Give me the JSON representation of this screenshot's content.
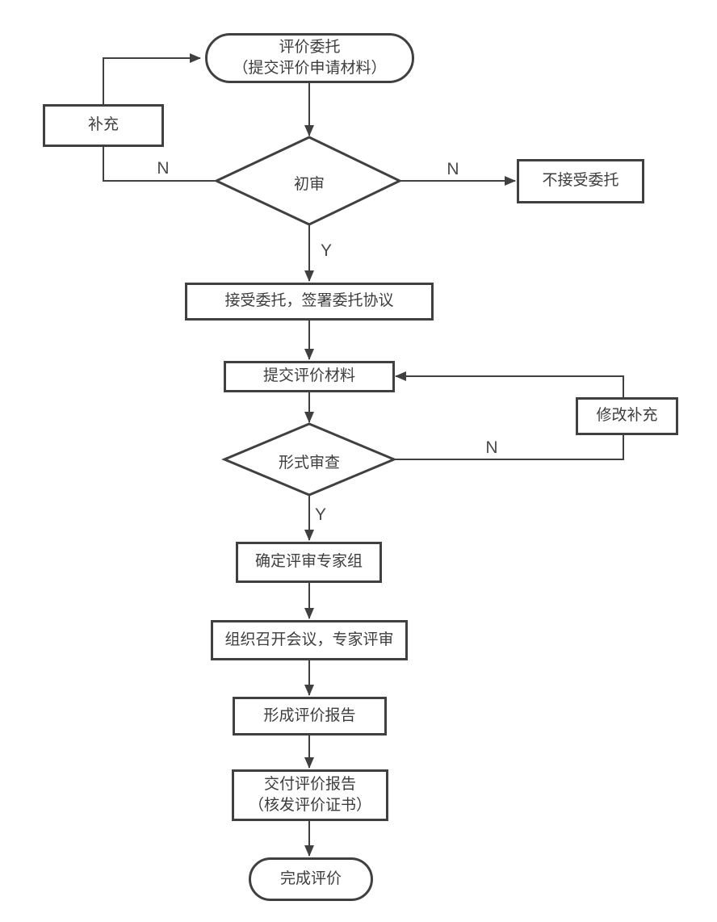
{
  "nodes": {
    "start": {
      "line1": "评价委托",
      "line2": "（提交评价申请材料）"
    },
    "supplement": {
      "label": "补充"
    },
    "preliminary_review": {
      "label": "初审"
    },
    "reject": {
      "label": "不接受委托"
    },
    "accept": {
      "label": "接受委托，签署委托协议"
    },
    "submit": {
      "label": "提交评价材料"
    },
    "modify": {
      "label": "修改补充"
    },
    "formal_review": {
      "label": "形式审查"
    },
    "expert_group": {
      "label": "确定评审专家组"
    },
    "meeting": {
      "label": "组织召开会议，专家评审"
    },
    "report": {
      "label": "形成评价报告"
    },
    "deliver": {
      "line1": "交付评价报告",
      "line2": "（核发评价证书）"
    },
    "done": {
      "label": "完成评价"
    }
  },
  "edge_labels": {
    "preliminary_no_left": "N",
    "preliminary_no_right": "N",
    "preliminary_yes": "Y",
    "formal_no": "N",
    "formal_yes": "Y"
  },
  "colors": {
    "line": "#404040",
    "text": "#3d3d3d",
    "background": "#ffffff"
  }
}
